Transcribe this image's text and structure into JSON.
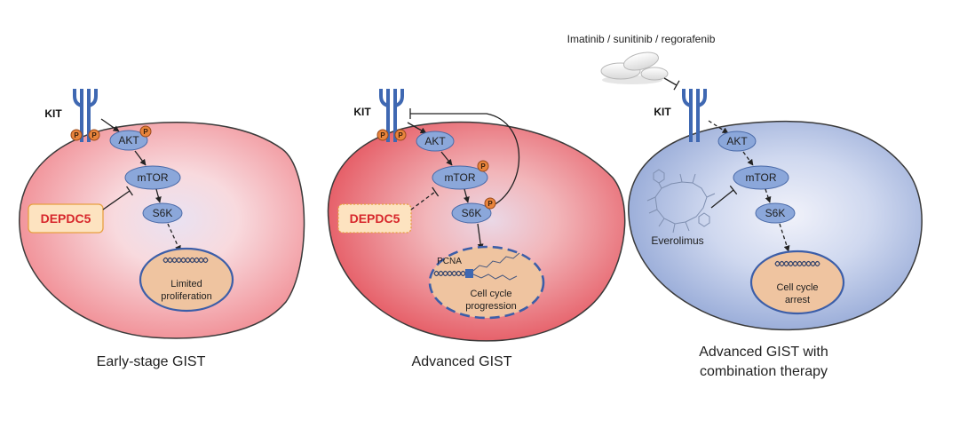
{
  "drug_label": "Imatinib / sunitinib / regorafenib",
  "panels": {
    "early": {
      "title": "Early-stage GIST",
      "kit": "KIT",
      "p1": "P",
      "p2": "P",
      "p_akt": "P",
      "akt": "AKT",
      "mtor": "mTOR",
      "s6k": "S6K",
      "depdc5": "DEPDC5",
      "nucleus_line1": "Limited",
      "nucleus_line2": "proliferation"
    },
    "advanced": {
      "title": "Advanced GIST",
      "kit": "KIT",
      "p1": "P",
      "p2": "P",
      "p_mtor": "P",
      "p_s6k": "P",
      "akt": "AKT",
      "mtor": "mTOR",
      "s6k": "S6K",
      "depdc5": "DEPDC5",
      "pcna": "PCNA",
      "nucleus_line1": "Cell cycle",
      "nucleus_line2": "progression"
    },
    "combination": {
      "title_line1": "Advanced GIST with",
      "title_line2": "combination therapy",
      "kit": "KIT",
      "akt": "AKT",
      "mtor": "mTOR",
      "s6k": "S6K",
      "drug": "Everolimus",
      "nucleus_line1": "Cell cycle",
      "nucleus_line2": "arrest"
    }
  },
  "colors": {
    "receptor": "#3f68b2",
    "phospho": "#e8843c",
    "protein": "#8ba7da",
    "depdc5_text": "#d7262b",
    "depdc5_box": "#fde3c0",
    "nucleus": "#efc4a0"
  }
}
